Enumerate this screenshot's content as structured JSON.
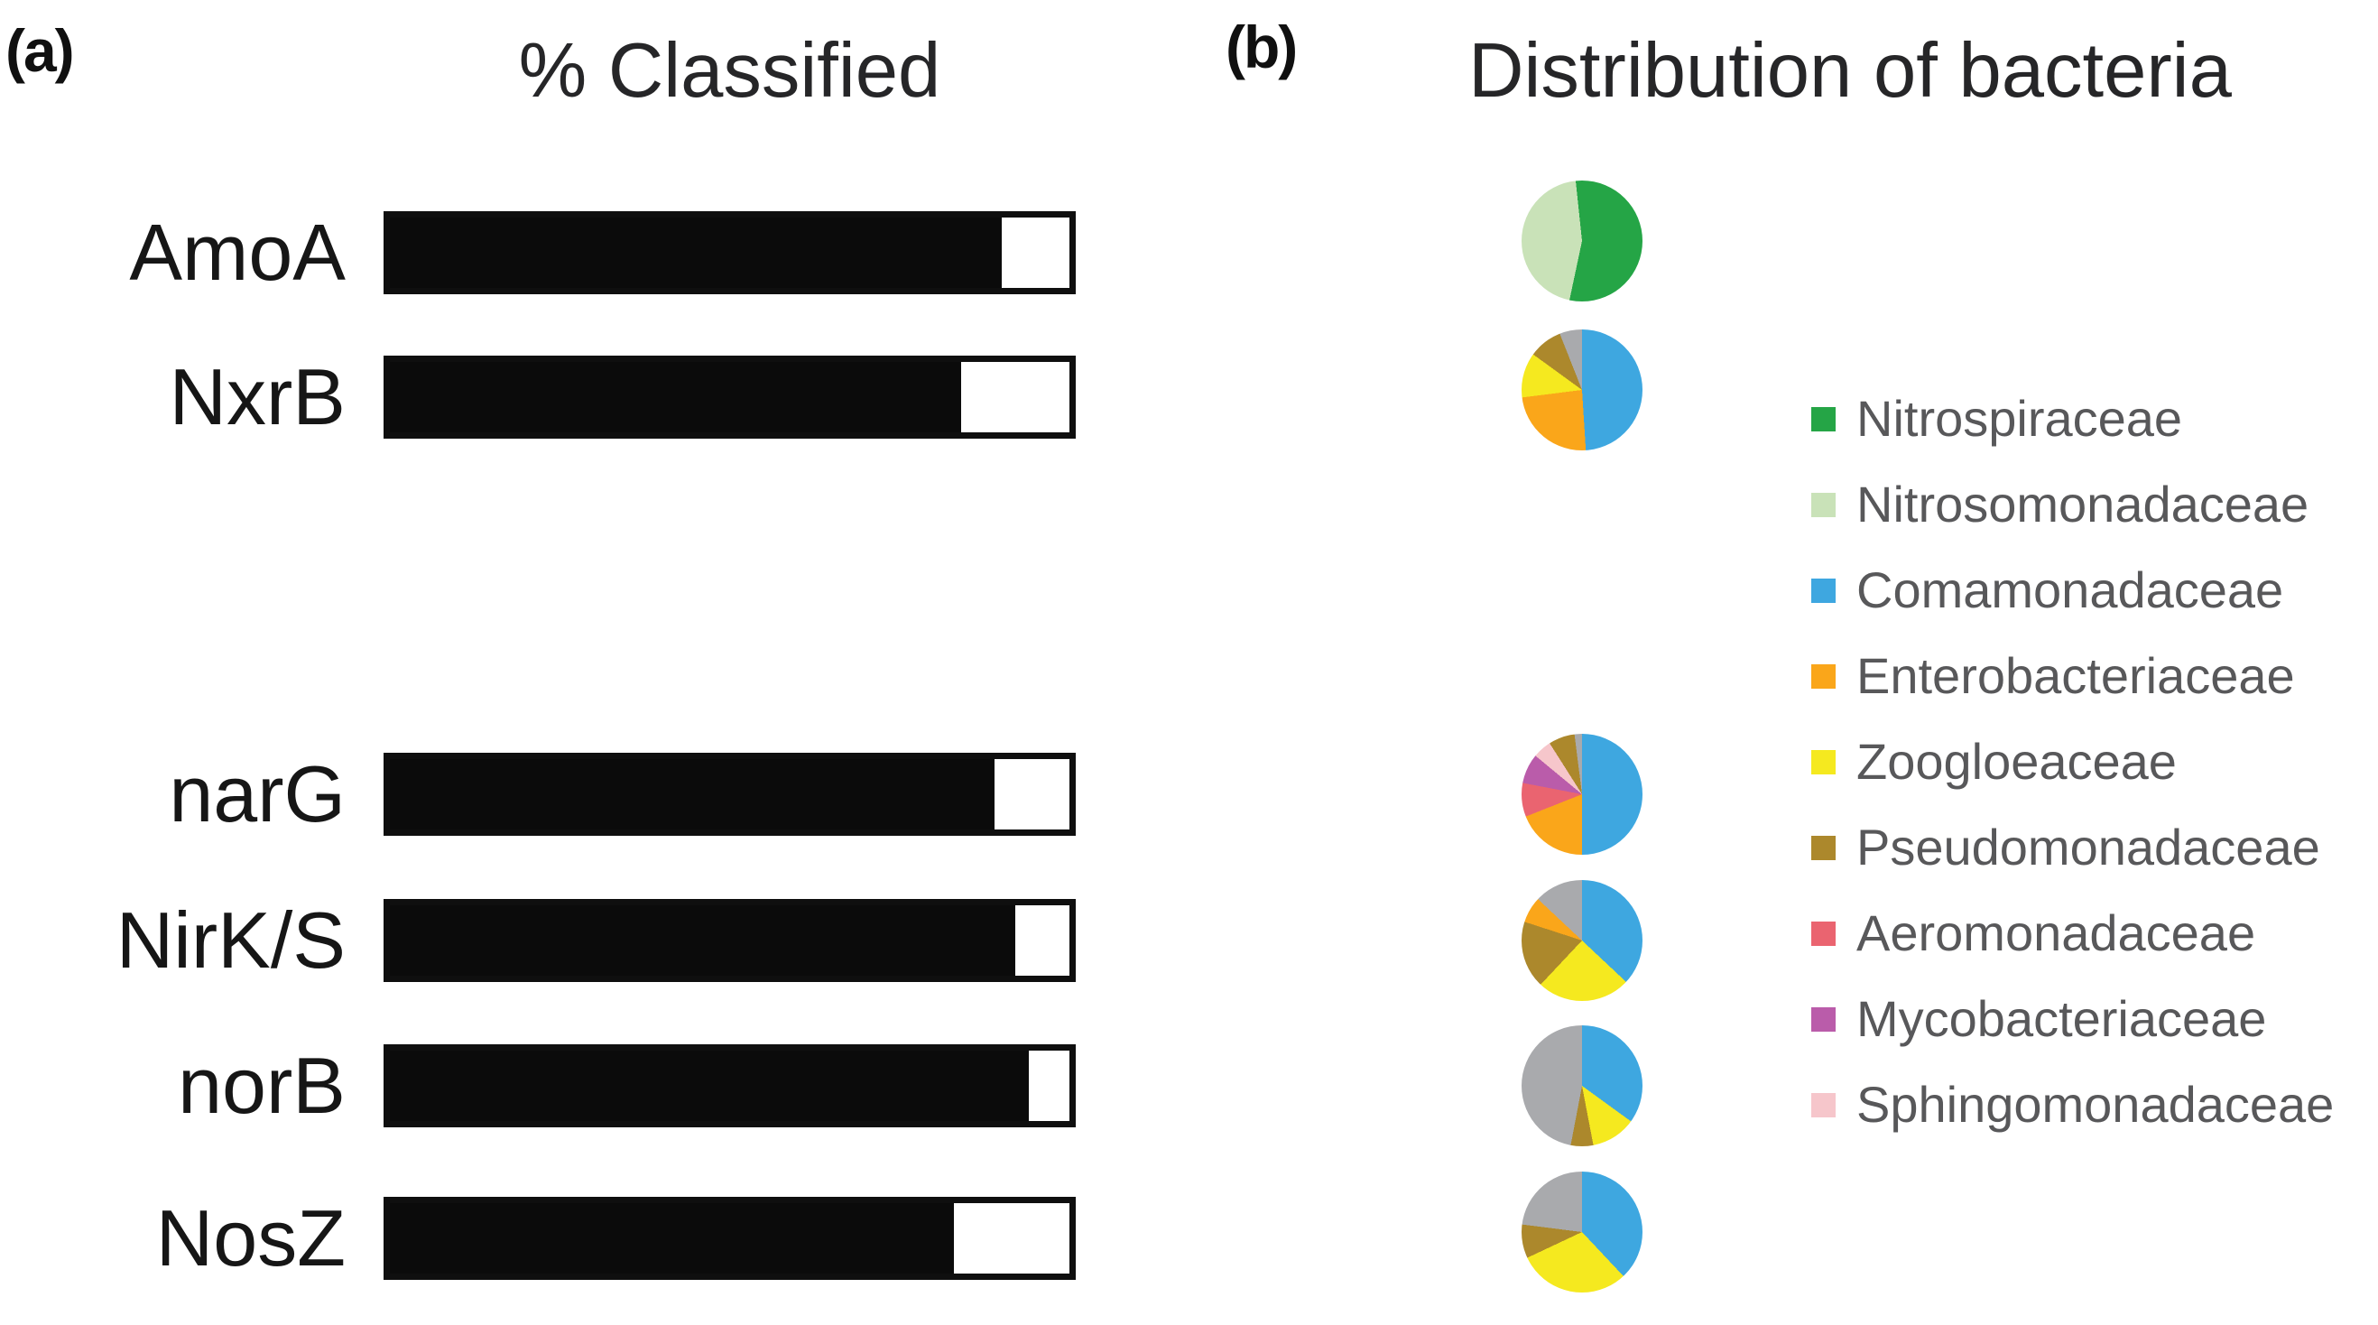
{
  "figure": {
    "panel_a": {
      "label": "(a)",
      "title": "% Classified"
    },
    "panel_b": {
      "label": "(b)",
      "title": "Distribution of bacteria"
    }
  },
  "legend": {
    "items": [
      {
        "label": "Nitrospiraceae",
        "color": "#25A546"
      },
      {
        "label": "Nitrosomonadaceae",
        "color": "#C9E2B8"
      },
      {
        "label": "Comamonadaceae",
        "color": "#3EA7E0"
      },
      {
        "label": "Enterobacteriaceae",
        "color": "#FAA61A"
      },
      {
        "label": "Zoogloeaceae",
        "color": "#F5E91F"
      },
      {
        "label": "Pseudomonadaceae",
        "color": "#AC882C"
      },
      {
        "label": "Aeromonadaceae",
        "color": "#EA6470"
      },
      {
        "label": "Mycobacteriaceae",
        "color": "#BA5CAA"
      },
      {
        "label": "Sphingomonadaceae",
        "color": "#F6C6CB"
      }
    ],
    "unlabeled_slice_color": "#A9AAAD"
  },
  "chart_data": [
    {
      "type": "bar",
      "title": "% Classified",
      "orientation": "horizontal",
      "categories": [
        "AmoA",
        "NxrB",
        "narG",
        "NirK/S",
        "norB",
        "NosZ"
      ],
      "values": [
        90,
        84,
        89,
        92,
        94,
        83
      ],
      "xlim": [
        0,
        100
      ],
      "bar_fill_color": "#0B0B0B",
      "bar_empty_color": "#FFFFFF",
      "note": "black segment = percent classified, white remainder = unclassified"
    },
    {
      "type": "pie",
      "title": "Distribution of bacteria",
      "pies": [
        {
          "row": "AmoA",
          "start_angle_deg": -6,
          "slices": [
            {
              "family": "Nitrospiraceae",
              "percent": 55
            },
            {
              "family": "Nitrosomonadaceae",
              "percent": 45
            }
          ]
        },
        {
          "row": "NxrB",
          "start_angle_deg": 0,
          "slices": [
            {
              "family": "Comamonadaceae",
              "percent": 49
            },
            {
              "family": "Enterobacteriaceae",
              "percent": 24
            },
            {
              "family": "Zoogloeaceae",
              "percent": 12
            },
            {
              "family": "Pseudomonadaceae",
              "percent": 9
            },
            {
              "family": "other",
              "percent": 6
            }
          ]
        },
        {
          "row": "narG",
          "start_angle_deg": 0,
          "slices": [
            {
              "family": "Comamonadaceae",
              "percent": 50
            },
            {
              "family": "Enterobacteriaceae",
              "percent": 19
            },
            {
              "family": "Aeromonadaceae",
              "percent": 9
            },
            {
              "family": "Mycobacteriaceae",
              "percent": 8
            },
            {
              "family": "Sphingomonadaceae",
              "percent": 5
            },
            {
              "family": "Pseudomonadaceae",
              "percent": 7
            },
            {
              "family": "other",
              "percent": 2
            }
          ]
        },
        {
          "row": "NirK/S",
          "start_angle_deg": 0,
          "slices": [
            {
              "family": "Comamonadaceae",
              "percent": 37
            },
            {
              "family": "Zoogloeaceae",
              "percent": 25
            },
            {
              "family": "Pseudomonadaceae",
              "percent": 18
            },
            {
              "family": "Enterobacteriaceae",
              "percent": 7
            },
            {
              "family": "other",
              "percent": 13
            }
          ]
        },
        {
          "row": "norB",
          "start_angle_deg": 0,
          "slices": [
            {
              "family": "Comamonadaceae",
              "percent": 35
            },
            {
              "family": "Zoogloeaceae",
              "percent": 12
            },
            {
              "family": "Pseudomonadaceae",
              "percent": 6
            },
            {
              "family": "other",
              "percent": 47
            }
          ]
        },
        {
          "row": "NosZ",
          "start_angle_deg": 0,
          "slices": [
            {
              "family": "Comamonadaceae",
              "percent": 38
            },
            {
              "family": "Zoogloeaceae",
              "percent": 30
            },
            {
              "family": "Pseudomonadaceae",
              "percent": 9
            },
            {
              "family": "other",
              "percent": 23
            }
          ]
        }
      ]
    }
  ]
}
